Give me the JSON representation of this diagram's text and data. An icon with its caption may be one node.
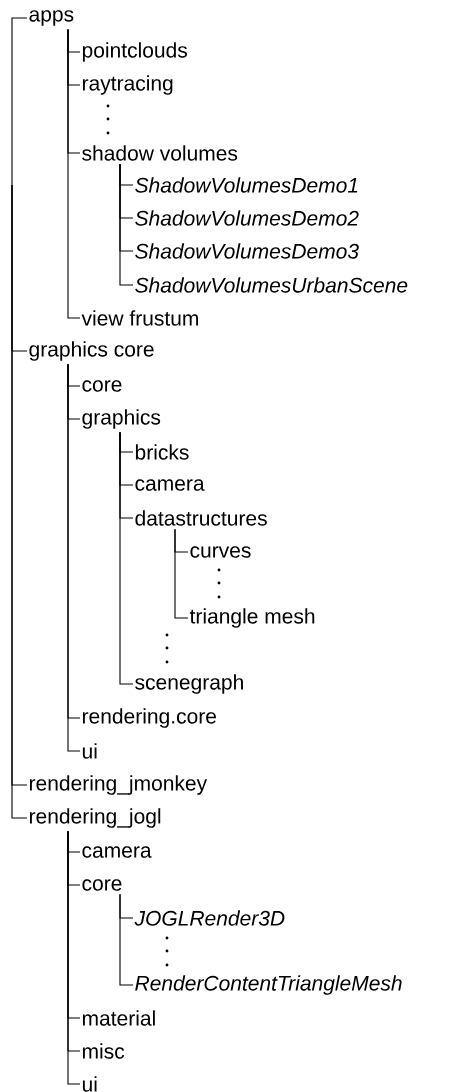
{
  "diagram": {
    "nodes": [
      {
        "text": [
          "apps"
        ]
      },
      {
        "text": [
          "pointclouds"
        ]
      },
      {
        "text": [
          "raytracing"
        ]
      },
      {
        "text": [
          "shadow volumes"
        ]
      },
      {
        "text": [
          "ShadowVolumesDemo1"
        ]
      },
      {
        "text": [
          "ShadowVolumesDemo2"
        ]
      },
      {
        "text": [
          "ShadowVolumesDemo3"
        ]
      },
      {
        "text": [
          "ShadowVolumesUrbanScene"
        ]
      },
      {
        "text": [
          "view frustum"
        ]
      },
      {
        "text": [
          "graphics core"
        ]
      },
      {
        "text": [
          "core"
        ]
      },
      {
        "text": [
          "graphics"
        ]
      },
      {
        "text": [
          "bricks"
        ]
      },
      {
        "text": [
          "camera"
        ]
      },
      {
        "text": [
          "datastructures"
        ]
      },
      {
        "text": [
          "curves"
        ]
      },
      {
        "text": [
          "triangle mesh"
        ]
      },
      {
        "text": [
          "scenegraph"
        ]
      },
      {
        "text": [
          "rendering.core"
        ]
      },
      {
        "text": [
          "ui"
        ]
      },
      {
        "text": [
          "rendering_jmonkey"
        ]
      },
      {
        "text": [
          "rendering_jogl"
        ]
      },
      {
        "text": [
          "camera"
        ]
      },
      {
        "text": [
          "core"
        ]
      },
      {
        "text": [
          "JOGLRender3D"
        ]
      },
      {
        "text": [
          "RenderContentTriangleMesh"
        ]
      },
      {
        "text": [
          "material"
        ]
      },
      {
        "text": [
          "misc"
        ]
      },
      {
        "text": [
          "ui"
        ]
      }
    ],
    "edges": [
      {
        "from": null,
        "to": 0,
        "arrow": "none"
      },
      {
        "from": 0,
        "to": 1,
        "arrow": "none"
      },
      {
        "from": 0,
        "to": 2,
        "arrow": "none"
      },
      {
        "from": 0,
        "to": 3,
        "arrow": "none"
      },
      {
        "from": 3,
        "to": 4,
        "arrow": "none"
      },
      {
        "from": 3,
        "to": 5,
        "arrow": "none"
      },
      {
        "from": 3,
        "to": 6,
        "arrow": "none"
      },
      {
        "from": 3,
        "to": 7,
        "arrow": "none"
      },
      {
        "from": 0,
        "to": 8,
        "arrow": "none"
      },
      {
        "from": null,
        "to": 9,
        "arrow": "none"
      },
      {
        "from": 9,
        "to": 10,
        "arrow": "none"
      },
      {
        "from": 9,
        "to": 11,
        "arrow": "none"
      },
      {
        "from": 11,
        "to": 12,
        "arrow": "none"
      },
      {
        "from": 11,
        "to": 13,
        "arrow": "none"
      },
      {
        "from": 11,
        "to": 14,
        "arrow": "none"
      },
      {
        "from": 14,
        "to": 15,
        "arrow": "none"
      },
      {
        "from": 14,
        "to": 16,
        "arrow": "none"
      },
      {
        "from": 11,
        "to": 17,
        "arrow": "none"
      },
      {
        "from": 9,
        "to": 18,
        "arrow": "none"
      },
      {
        "from": 9,
        "to": 19,
        "arrow": "none"
      },
      {
        "from": null,
        "to": 20,
        "arrow": "none"
      },
      {
        "from": null,
        "to": 21,
        "arrow": "none"
      },
      {
        "from": 21,
        "to": 22,
        "arrow": "none"
      },
      {
        "from": 21,
        "to": 23,
        "arrow": "none"
      },
      {
        "from": 23,
        "to": 24,
        "arrow": "none"
      },
      {
        "from": 23,
        "to": 25,
        "arrow": "none"
      },
      {
        "from": 21,
        "to": 26,
        "arrow": "none"
      },
      {
        "from": 21,
        "to": 27,
        "arrow": "none"
      },
      {
        "from": 21,
        "to": 28,
        "arrow": "none"
      }
    ]
  }
}
